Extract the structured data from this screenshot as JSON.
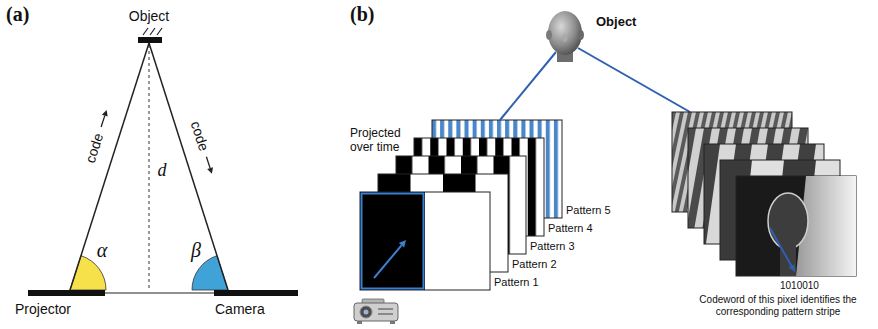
{
  "diagram": {
    "nodes": [
      {
        "text": [
          "Object"
        ]
      },
      {
        "text": [
          "Projector"
        ]
      },
      {
        "text": [
          "Camera"
        ]
      }
    ],
    "edges": [
      {
        "from": 1,
        "to": 0,
        "arrow": "none",
        "label": "code"
      },
      {
        "from": 0,
        "to": 2,
        "arrow": "none",
        "label": "code"
      }
    ],
    "labels": [
      "(a)",
      "α",
      "d",
      "β",
      "(b)",
      "Object",
      "Projected over time",
      "Pattern 5",
      "Pattern 4",
      "Pattern 3",
      "Pattern 2",
      "Pattern 1",
      "1010010",
      "Codeword of this pixel identifies the corresponding pattern stripe"
    ]
  }
}
